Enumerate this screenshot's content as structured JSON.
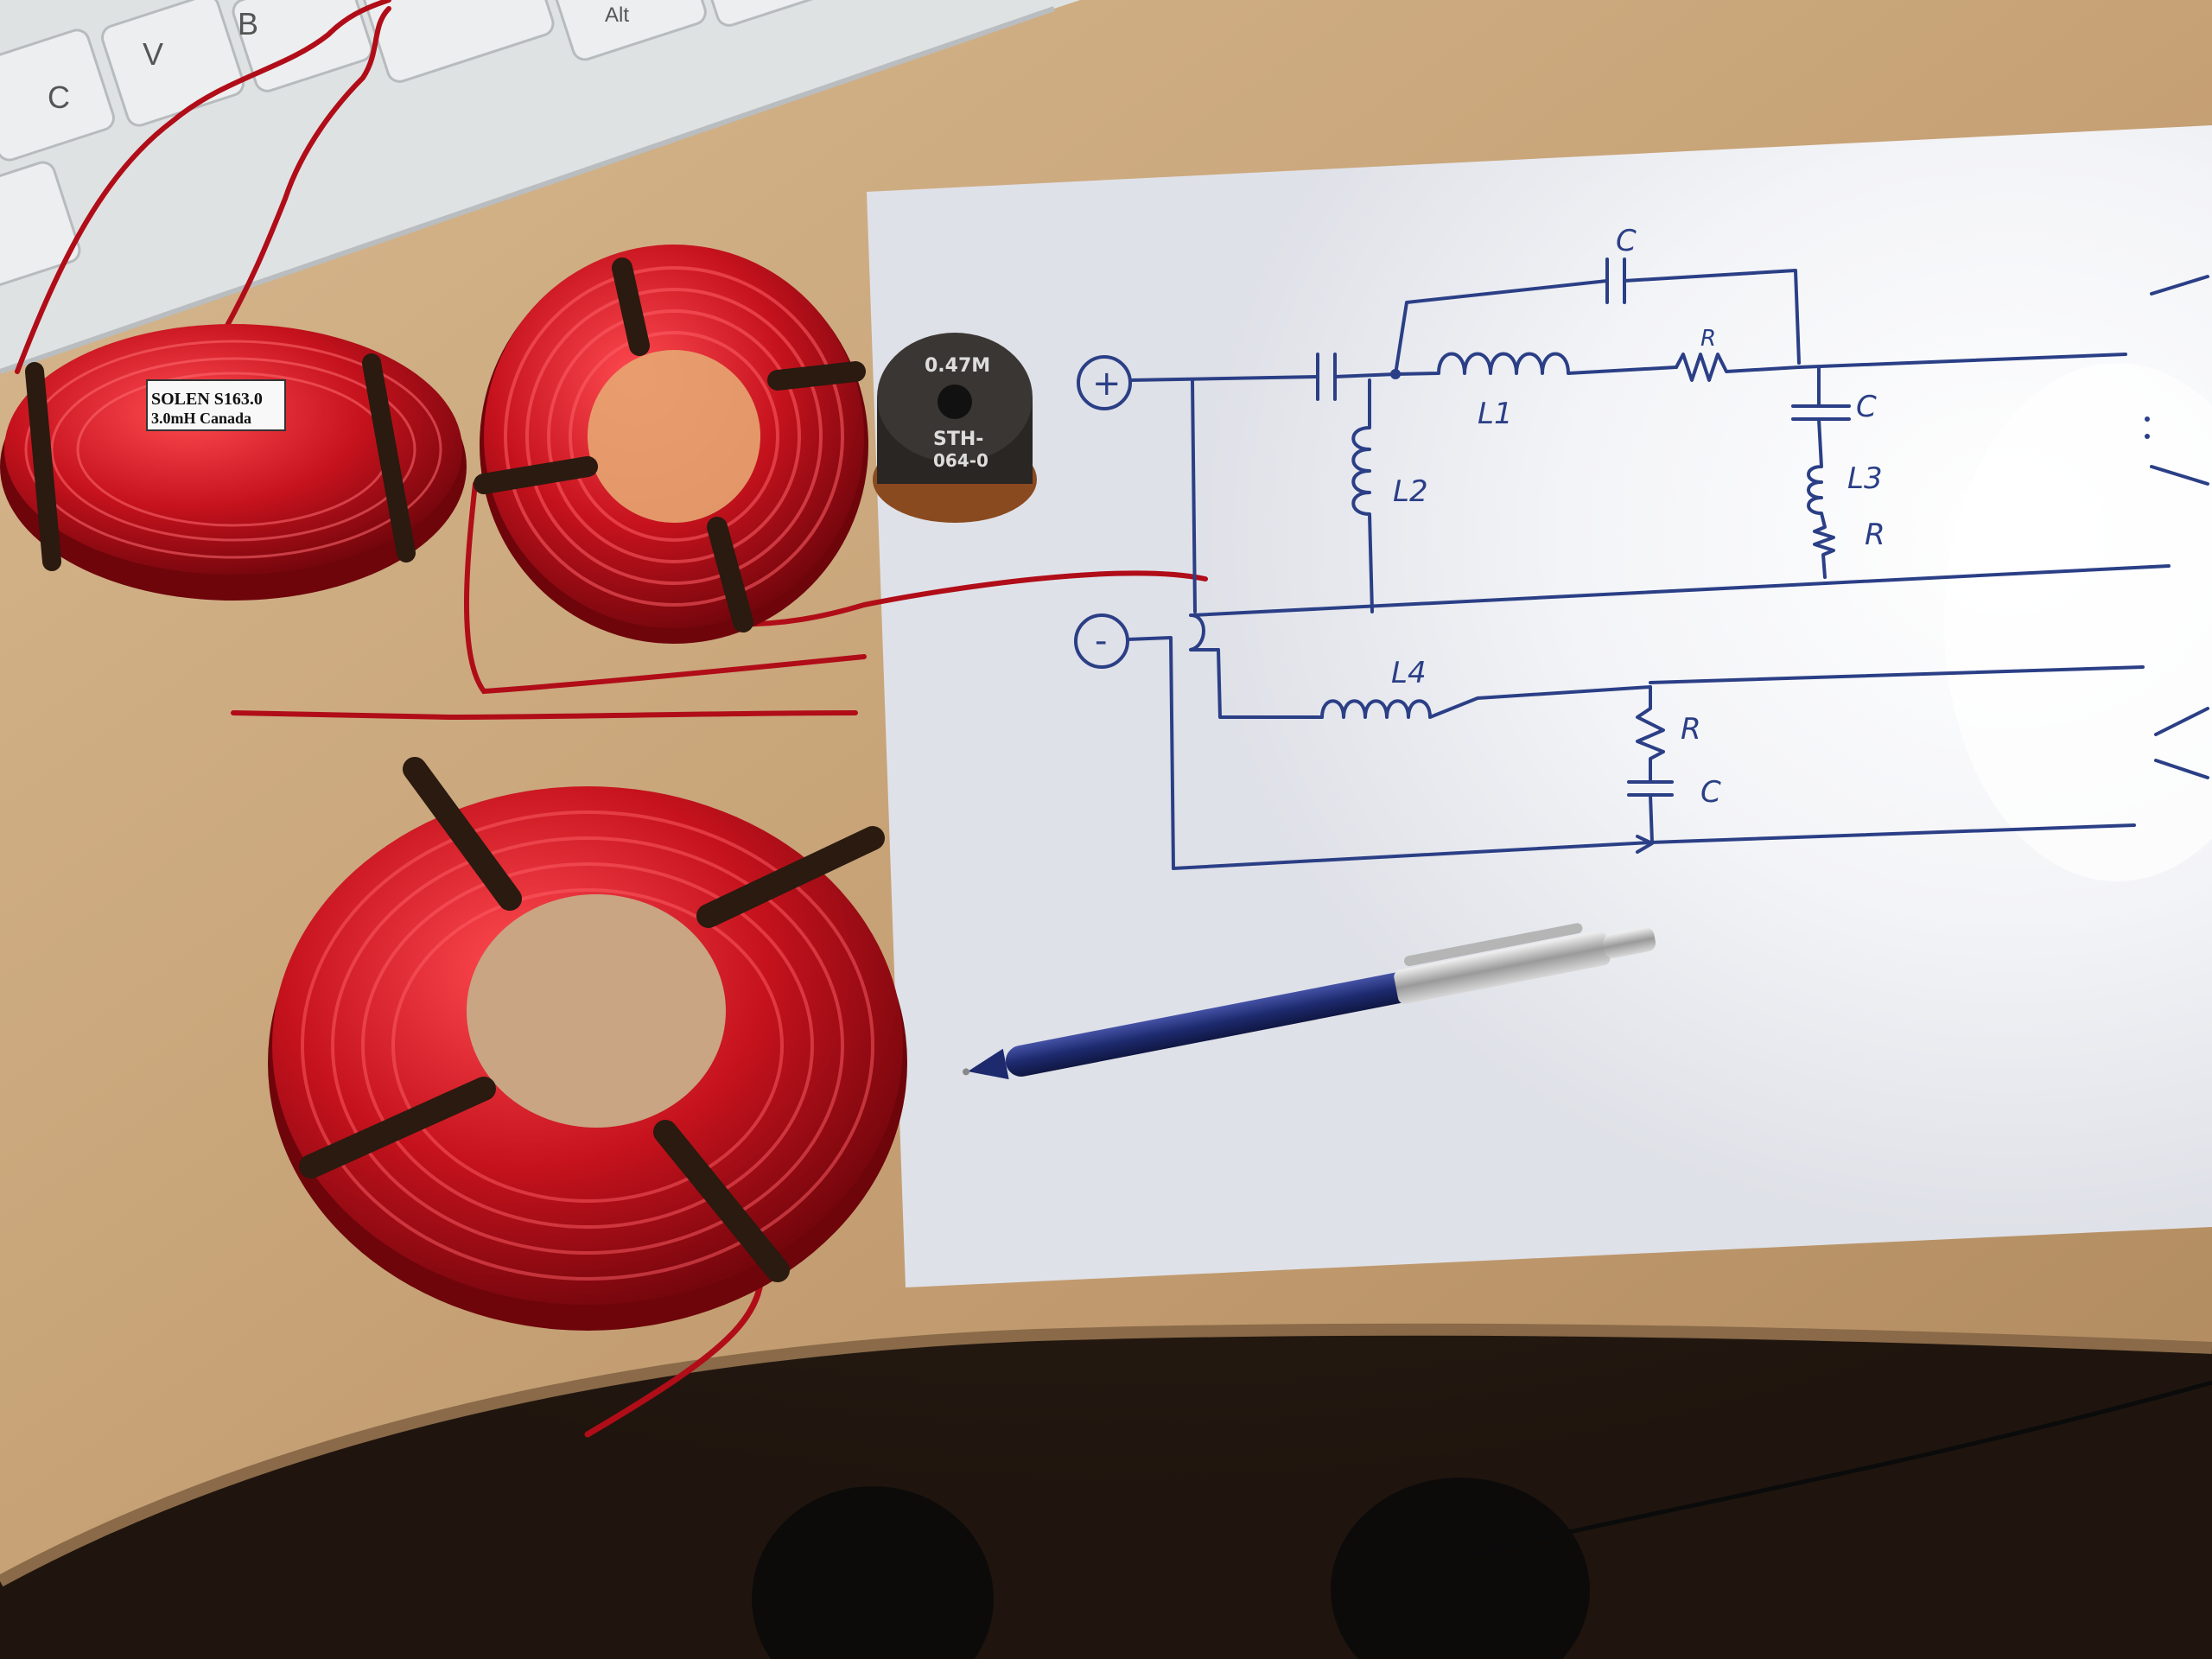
{
  "keyboard": {
    "keys": [
      "C",
      "V",
      "B",
      "Alt"
    ]
  },
  "coil_label": {
    "line1": "SOLEN S163.0",
    "line2": "3.0mH Canada"
  },
  "resistor": {
    "line1": "0.47M",
    "line2": "STH-",
    "line3": "064-0"
  },
  "schematic": {
    "plus_terminal": "+",
    "minus_terminal": "-",
    "labels": {
      "c_top": "C",
      "r_top": "R",
      "l1": "L1",
      "l2": "L2",
      "c_right": "C",
      "l3": "L3",
      "r_right": "R",
      "l4": "L4",
      "r_bottom": "R",
      "c_bottom": "C"
    }
  },
  "colors": {
    "desk": "#c8a47a",
    "paper": "#f4f5f8",
    "ink": "#2b3f86",
    "copper_wire": "#c0101c",
    "pen_body": "#1d2a6e",
    "floor": "#3a2a1c"
  }
}
